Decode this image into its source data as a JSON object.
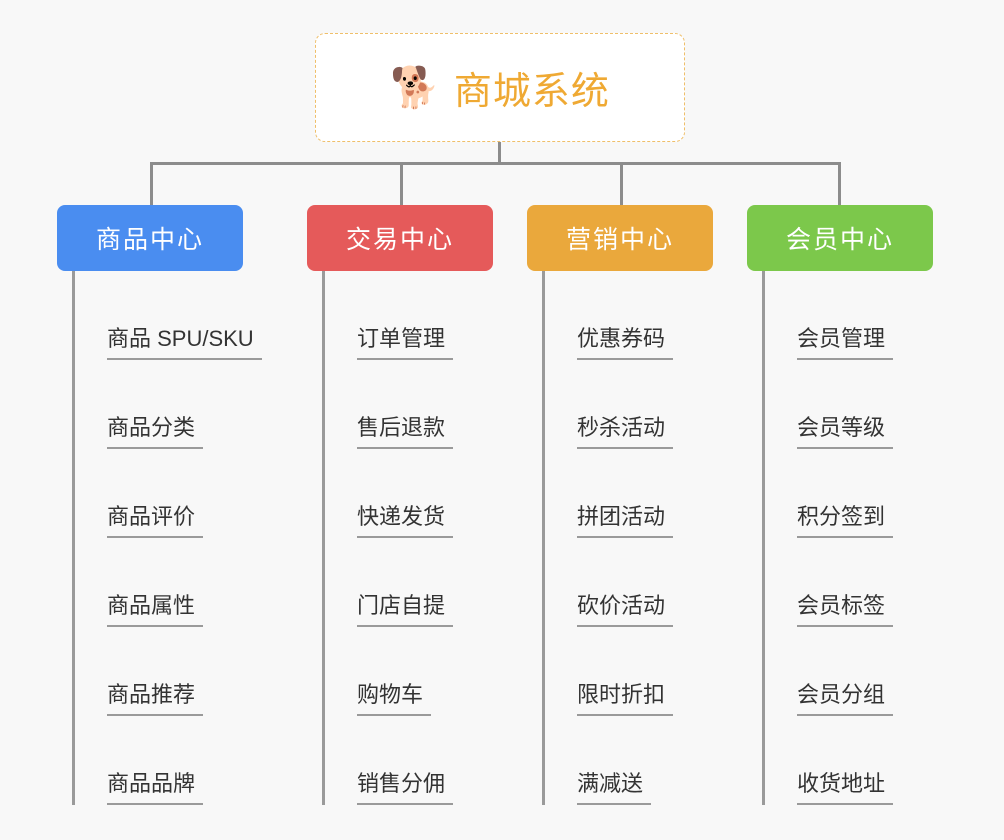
{
  "diagram": {
    "type": "mindmap-tree",
    "background_color": "#f8f8f8",
    "line_color": "#8c8c8c",
    "root": {
      "icon": "shiba-dog-face-icon",
      "emoji": "🐕",
      "title": "商城系统",
      "text_color": "#efa933",
      "border_color": "#efbf6a",
      "background_color": "#ffffff"
    },
    "branches": [
      {
        "title": "商品中心",
        "color": "#4a8df0",
        "items": [
          "商品 SPU/SKU",
          "商品分类",
          "商品评价",
          "商品属性",
          "商品推荐",
          "商品品牌"
        ]
      },
      {
        "title": "交易中心",
        "color": "#e55a5a",
        "items": [
          "订单管理",
          "售后退款",
          "快递发货",
          "门店自提",
          "购物车",
          "销售分佣"
        ]
      },
      {
        "title": "营销中心",
        "color": "#eaa83c",
        "items": [
          "优惠券码",
          "秒杀活动",
          "拼团活动",
          "砍价活动",
          "限时折扣",
          "满减送"
        ]
      },
      {
        "title": "会员中心",
        "color": "#7cc84b",
        "items": [
          "会员管理",
          "会员等级",
          "积分签到",
          "会员标签",
          "会员分组",
          "收货地址"
        ]
      }
    ]
  }
}
